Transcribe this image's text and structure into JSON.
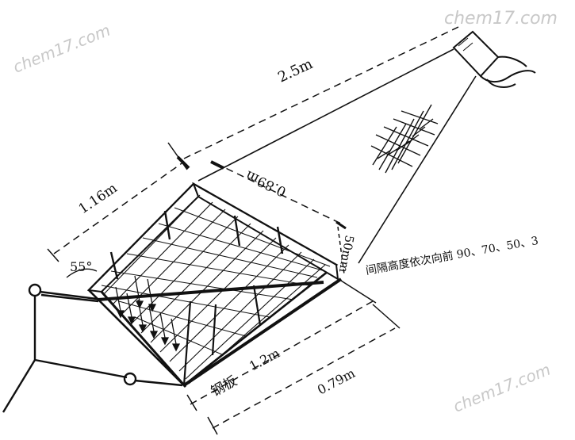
{
  "watermarks": {
    "top_left": "chem17.com",
    "top_right": "chem17.com",
    "bottom_right": "chem17.com"
  },
  "dimensions": {
    "spray_distance": "2.5m",
    "length_top": "1.16m",
    "width_top": "0.89m",
    "height": "50mm",
    "angle": "55°",
    "width_bottom": "1.2m",
    "length_bottom": "0.79m"
  },
  "labels": {
    "steel_plate": "钢板",
    "spacing_note": "间隔高度依次向前 90、70、50、3"
  },
  "colors": {
    "ink": "#111111",
    "watermark": "#c8c8c8"
  }
}
